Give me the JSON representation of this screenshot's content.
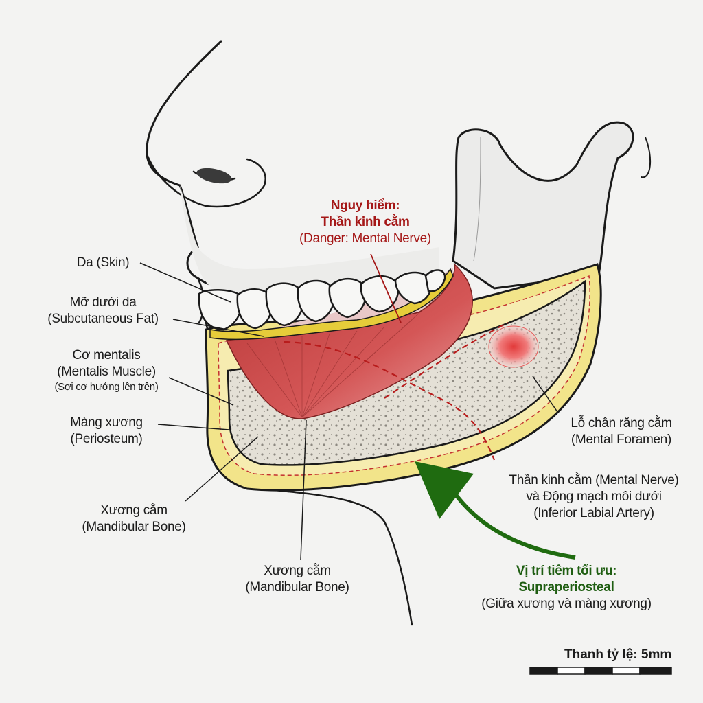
{
  "labels": {
    "skin": "Da (Skin)",
    "fat_vi": "Mỡ dưới da",
    "fat_en": "(Subcutaneous Fat)",
    "mentalis_vi": "Cơ mentalis",
    "mentalis_en": "(Mentalis Muscle)",
    "mentalis_note": "(Sợi cơ hướng lên trên)",
    "periosteum_vi": "Màng xương",
    "periosteum_en": "(Periosteum)",
    "bone1_vi": "Xương cằm",
    "bone1_en": "(Mandibular Bone)",
    "bone2_vi": "Xương cằm",
    "bone2_en": "(Mandibular Bone)",
    "danger_l1": "Nguy hiểm:",
    "danger_l2": "Thần kinh cằm",
    "danger_l3": "(Danger: Mental Nerve)",
    "foramen_vi": "Lỗ chân răng cằm",
    "foramen_en": "(Mental Foramen)",
    "nerve_l1": "Thần kinh cằm (Mental Nerve)",
    "nerve_l2": "và Động mạch môi dưới",
    "nerve_l3": "(Inferior Labial Artery)",
    "optimal_l1": "Vị trí tiêm tối ưu:",
    "optimal_l2": "Supraperiosteal",
    "optimal_l3": "(Giữa xương và màng xương)"
  },
  "scale_bar": {
    "title": "Thanh tỷ lệ: 5mm"
  },
  "colors": {
    "danger": "#a51717",
    "optimal": "#1f5e12",
    "muscle": "#c94848",
    "fat": "#e8d24a",
    "bone": "#e6e2d8"
  }
}
